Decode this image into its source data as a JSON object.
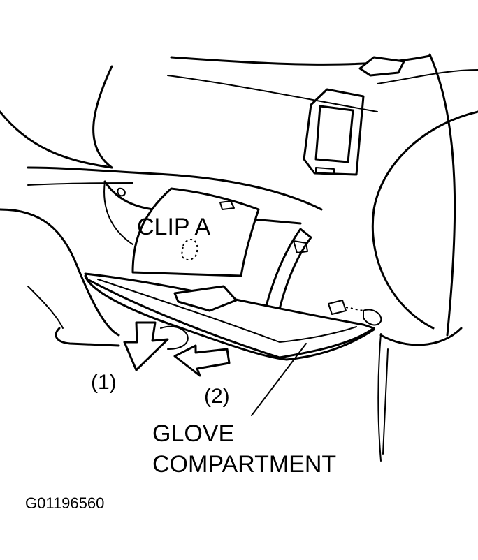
{
  "labels": {
    "clip": "CLIP A",
    "step1": "(1)",
    "step2": "(2)",
    "part_line1": "GLOVE",
    "part_line2": "COMPARTMENT",
    "figure_id": "G01196560"
  },
  "colors": {
    "ink": "#000000",
    "paper": "#ffffff"
  }
}
